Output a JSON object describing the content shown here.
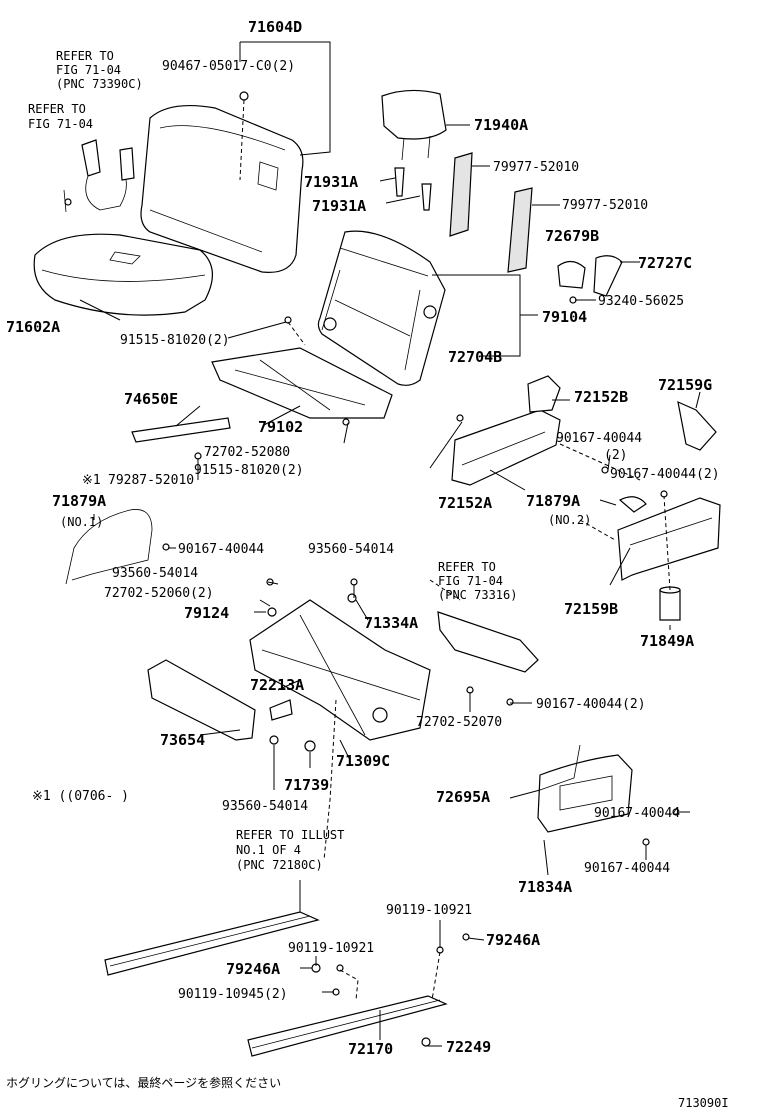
{
  "callouts": {
    "71604D": "71604D",
    "90467_05017": "90467-05017-C0(2)",
    "71940A": "71940A",
    "79977_52010_a": "79977-52010",
    "79977_52010_b": "79977-52010",
    "71931A_a": "71931A",
    "71931A_b": "71931A",
    "72679B": "72679B",
    "72727C": "72727C",
    "93240_56025": "93240-56025",
    "79104": "79104",
    "71602A": "71602A",
    "91515_81020_a": "91515-81020(2)",
    "72704B": "72704B",
    "74650E": "74650E",
    "79102": "79102",
    "72152B": "72152B",
    "72159G": "72159G",
    "72702_52080": "72702-52080",
    "91515_81020_b": "91515-81020(2)",
    "79287_52010": "79287-52010",
    "90167_40044_a": "90167-40044",
    "90167_40044_a_qty": "(2)",
    "90167_40044_b": "90167-40044(2)",
    "72152A": "72152A",
    "71879A_a": "71879A",
    "71879A_b": "71879A",
    "90167_40044_c": "90167-40044",
    "93560_54014_a": "93560-54014",
    "93560_54014_b": "93560-54014",
    "72702_52060": "72702-52060(2)",
    "79124": "79124",
    "71334A": "71334A",
    "72159B": "72159B",
    "71849A": "71849A",
    "72213A": "72213A",
    "90167_40044_d": "90167-40044(2)",
    "73654": "73654",
    "72702_52070": "72702-52070",
    "71739": "71739",
    "71309C": "71309C",
    "93560_54014_c": "93560-54014",
    "72695A": "72695A",
    "90167_40044_e": "90167-40044",
    "90167_40044_f": "90167-40044",
    "71834A": "71834A",
    "90119_10921_a": "90119-10921",
    "90119_10921_b": "90119-10921",
    "79246A_a": "79246A",
    "79246A_b": "79246A",
    "90119_10945": "90119-10945(2)",
    "72170": "72170",
    "72249": "72249"
  },
  "refs": {
    "fig_top_1": "REFER TO",
    "fig_top_2": "FIG 71-04",
    "fig_top_3": "(PNC 73390C)",
    "fig_left_1": "REFER TO",
    "fig_left_2": "FIG 71-04",
    "fig_mid_1": "REFER TO",
    "fig_mid_2": "FIG 71-04",
    "fig_mid_3": "(PNC 73316)",
    "illust_1": "REFER TO ILLUST",
    "illust_2": "NO.1 OF 4",
    "illust_3": "(PNC 72180C)",
    "no1": "(NO.1)",
    "no2": "(NO.2)",
    "mark_79287": "※1",
    "footnote": "※1 ((0706-      )"
  },
  "footer": {
    "japanese_note": "ホグリングについては、最終ページを参照ください",
    "figure_id": "713090I"
  }
}
